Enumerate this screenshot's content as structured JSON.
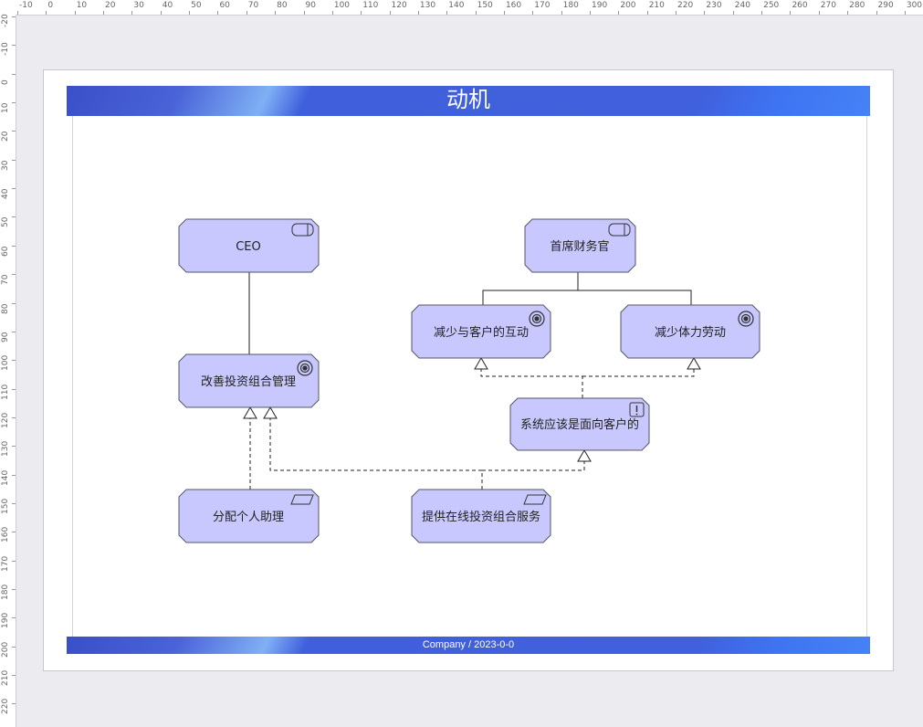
{
  "ruler": {
    "top_labels": [
      "-10",
      "0",
      "10",
      "20",
      "30",
      "40",
      "50",
      "60",
      "70",
      "80",
      "90",
      "100",
      "110",
      "120",
      "130",
      "140",
      "150",
      "160",
      "170",
      "180",
      "190",
      "200",
      "210",
      "220",
      "230",
      "240",
      "250",
      "260",
      "270",
      "280",
      "290",
      "300"
    ],
    "left_labels": [
      "-20",
      "-10",
      "0",
      "10",
      "20",
      "30",
      "40",
      "50",
      "60",
      "70",
      "80",
      "90",
      "100",
      "110",
      "120",
      "130",
      "140",
      "150",
      "160",
      "170",
      "180",
      "190",
      "200",
      "210",
      "220"
    ]
  },
  "diagram": {
    "title": "动机",
    "footer": "Company / 2023-0-0",
    "nodes": [
      {
        "id": "ceo",
        "label": "CEO",
        "icon": "stakeholder-icon"
      },
      {
        "id": "cfo",
        "label": "首席财务官",
        "icon": "stakeholder-icon"
      },
      {
        "id": "g1",
        "label": "减少与客户的互动",
        "icon": "goal-icon"
      },
      {
        "id": "g2",
        "label": "减少体力劳动",
        "icon": "goal-icon"
      },
      {
        "id": "g3",
        "label": "改善投资组合管理",
        "icon": "goal-icon"
      },
      {
        "id": "req",
        "label": "系统应该是面向客户的",
        "icon": "principle-icon"
      },
      {
        "id": "r1",
        "label": "分配个人助理",
        "icon": "requirement-icon"
      },
      {
        "id": "r2",
        "label": "提供在线投资组合服务",
        "icon": "requirement-icon"
      }
    ]
  },
  "colors": {
    "node_fill": "#c8c8ff",
    "node_stroke": "#555566",
    "banner": "#4060dd"
  }
}
